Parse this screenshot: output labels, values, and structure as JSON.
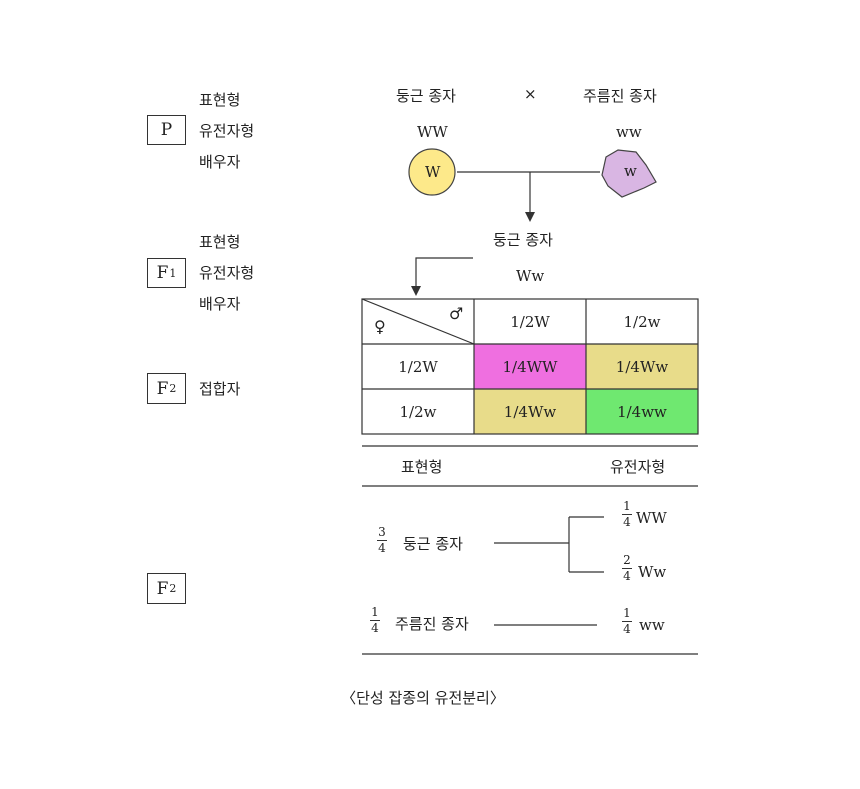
{
  "generation_labels": {
    "p": "P",
    "f1": "F",
    "f1_sub": "1",
    "f2": "F",
    "f2_sub": "2",
    "f2b": "F",
    "f2b_sub": "2"
  },
  "row_labels": {
    "phenotype": "표현형",
    "genotype": "유전자형",
    "gamete": "배우자",
    "f1_phenotype": "표현형",
    "f1_genotype": "유전자형",
    "f1_gamete": "배우자",
    "zygote": "접합자"
  },
  "parents": {
    "left_phenotype": "둥근 종자",
    "cross": "×",
    "right_phenotype": "주름진 종자",
    "left_genotype": "WW",
    "right_genotype": "ww",
    "left_gamete": "W",
    "right_gamete": "w",
    "left_color": "#fde98a",
    "right_color": "#d9b6e3"
  },
  "f1": {
    "phenotype": "둥근 종자",
    "genotype": "Ww"
  },
  "punnett": {
    "female_symbol": "♀",
    "male_symbol": "♂",
    "col_headers": [
      "1/2W",
      "1/2w"
    ],
    "row_headers": [
      "1/2W",
      "1/2w"
    ],
    "cells": [
      [
        {
          "text": "1/4WW",
          "color": "#ef6fe0"
        },
        {
          "text": "1/4Ww",
          "color": "#e8dc8a"
        }
      ],
      [
        {
          "text": "1/4Ww",
          "color": "#e8dc8a"
        },
        {
          "text": "1/4ww",
          "color": "#6fe870"
        }
      ]
    ]
  },
  "summary": {
    "header_phenotype": "표현형",
    "header_genotype": "유전자형",
    "round": {
      "num": "3",
      "den": "4",
      "label": "둥근 종자"
    },
    "wrinkled": {
      "num": "1",
      "den": "4",
      "label": "주름진 종자"
    },
    "genotypes": [
      {
        "num": "1",
        "den": "4",
        "label": "WW"
      },
      {
        "num": "2",
        "den": "4",
        "label": "Ww"
      },
      {
        "num": "1",
        "den": "4",
        "label": "ww"
      }
    ]
  },
  "caption": "〈단성 잡종의 유전분리〉"
}
